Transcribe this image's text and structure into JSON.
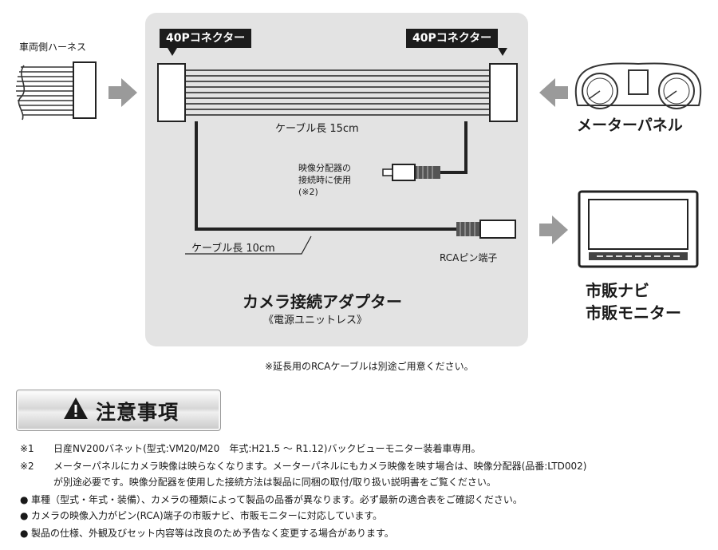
{
  "labels": {
    "vehicle_harness": "車両側ハーネス",
    "connector_left": "40Pコネクター",
    "connector_right": "40Pコネクター",
    "cable_15": "ケーブル長 15cm",
    "splitter_line1": "映像分配器の",
    "splitter_line2": "接続時に使用",
    "splitter_note": "(※2)",
    "cable_10": "ケーブル長 10cm",
    "rca_pin": "RCAピン端子",
    "product_name": "カメラ接続アダプター",
    "product_sub": "《電源ユニットレス》",
    "meter_panel": "メーターパネル",
    "aftermarket_navi": "市販ナビ",
    "aftermarket_monitor": "市販モニター",
    "extension_note": "※延長用のRCAケーブルは別途ご用意ください。"
  },
  "caution": {
    "title": "注意事項",
    "icon": "warning-triangle-icon"
  },
  "notes": [
    {
      "marker": "※1",
      "text": "日産NV200バネット(型式:VM20/M20　年式:H21.5 ～ R1.12)バックビューモニター装着車専用。"
    },
    {
      "marker": "※2",
      "text": "メーターパネルにカメラ映像は映らなくなります。メーターパネルにもカメラ映像を映す場合は、映像分配器(品番:LTD002)"
    },
    {
      "marker": "",
      "text": "が別途必要です。映像分配器を使用した接続方法は製品に同梱の取付/取り扱い説明書をご覧ください。"
    },
    {
      "marker": "●",
      "text": "車種（型式・年式・装備）、カメラの種類によって製品の品番が異なります。必ず最新の適合表をご確認ください。"
    },
    {
      "marker": "●",
      "text": "カメラの映像入力がピン(RCA)端子の市販ナビ、市販モニターに対応しています。"
    },
    {
      "marker": "●",
      "text": "製品の仕様、外観及びセット内容等は改良のため予告なく変更する場合があります。"
    }
  ],
  "colors": {
    "panel": "#e3e3e3",
    "arrow": "#9a9a9a",
    "tag_bg": "#1c1c1c"
  }
}
